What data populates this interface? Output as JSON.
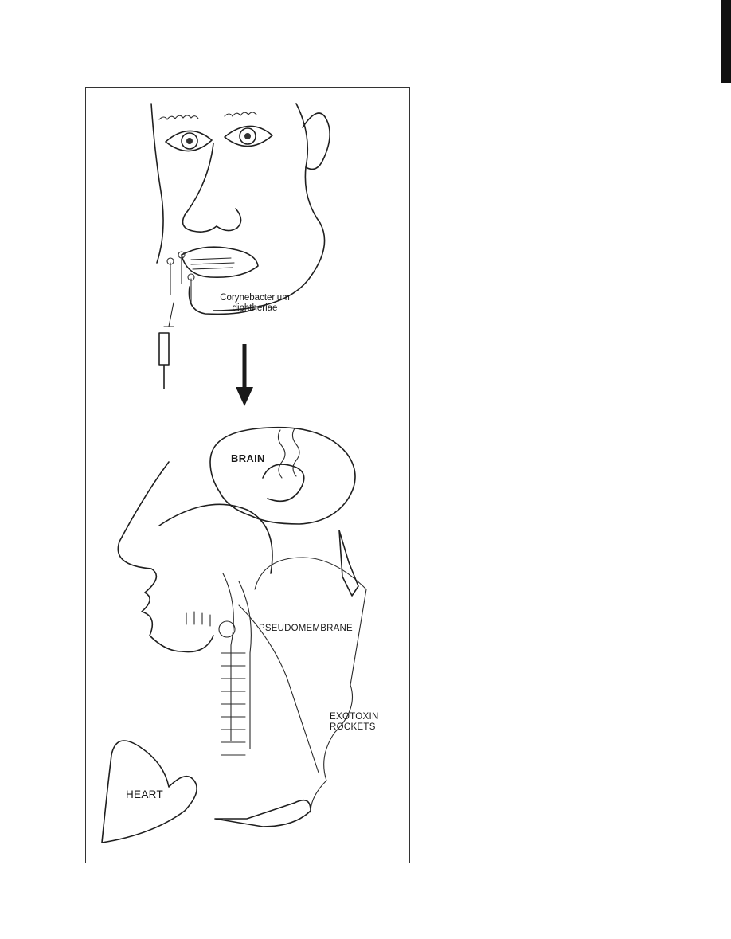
{
  "labels": {
    "bacterium_line1": "Corynebacterium",
    "bacterium_line2": "diphtheriae",
    "brain": "BRAIN",
    "pseudomembrane": "PSEUDOMEMBRANE",
    "exotoxin_line1": "EXOTOXIN",
    "exotoxin_line2": "ROCKETS",
    "heart": "HEART"
  }
}
